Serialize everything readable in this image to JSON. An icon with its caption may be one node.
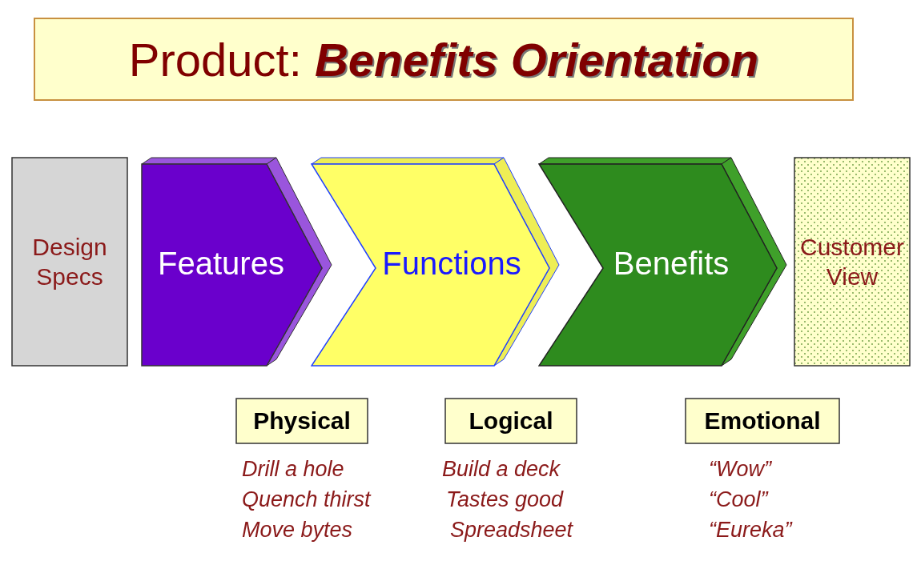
{
  "diagram": {
    "title": "Product: **Benefits Orientation**",
    "nodes": [
      {
        "text": [
          "Design Specs"
        ]
      },
      {
        "text": [
          "Features"
        ]
      },
      {
        "text": [
          "Functions"
        ]
      },
      {
        "text": [
          "Benefits"
        ]
      },
      {
        "text": [
          "Customer View"
        ]
      },
      {
        "text": [
          "Physical"
        ],
        "beside": [
          "Drill a hole",
          "Quench thirst",
          "Move bytes"
        ]
      },
      {
        "text": [
          "Logical"
        ],
        "beside": [
          "Build a deck",
          "Tastes good",
          "Spreadsheet"
        ]
      },
      {
        "text": [
          "Emotional"
        ],
        "beside": [
          "“Wow”",
          "“Cool”",
          "“Eureka”"
        ]
      }
    ]
  }
}
